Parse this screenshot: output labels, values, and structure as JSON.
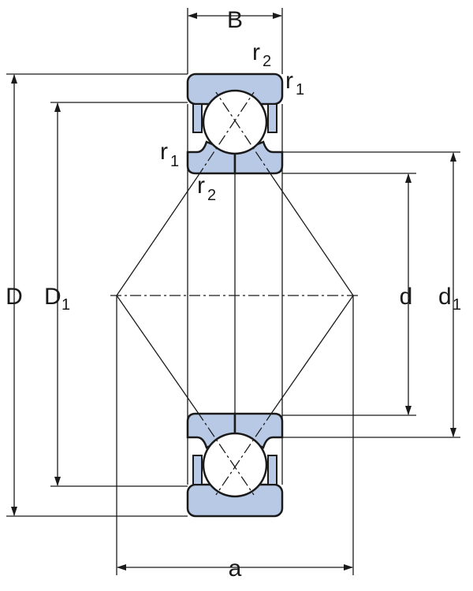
{
  "title": "Angular contact ball bearing dimensions",
  "labels": {
    "B": "B",
    "D": "D",
    "D1": {
      "main": "D",
      "sub": "1"
    },
    "d": "d",
    "d1": {
      "main": "d",
      "sub": "1"
    },
    "a": "a",
    "r1_top": {
      "main": "r",
      "sub": "1"
    },
    "r2_top": {
      "main": "r",
      "sub": "2"
    },
    "r1_side": {
      "main": "r",
      "sub": "1"
    },
    "r2_side": {
      "main": "r",
      "sub": "2"
    }
  },
  "colors": {
    "ring_fill": "#b8c9e6",
    "line": "#1a1a1a"
  }
}
